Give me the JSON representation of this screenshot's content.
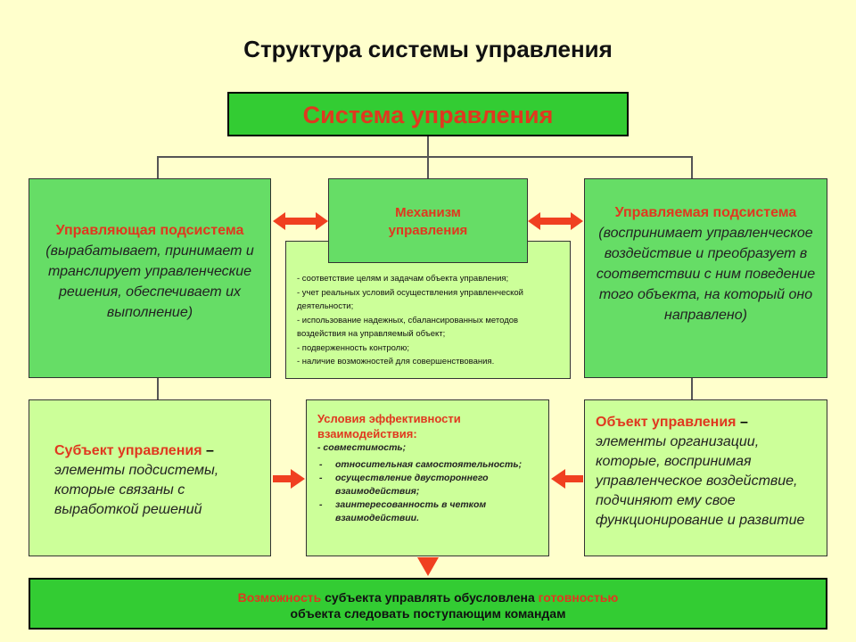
{
  "title": "Структура системы управления",
  "main_box": "Система управления",
  "left_top": {
    "heading": "Управляющая подсистема",
    "text": "(вырабатывает, принимает и транслирует управленческие решения, обеспечивает их выполнение)"
  },
  "mechanism": {
    "heading": "Механизм управления",
    "items": [
      "- соответствие целям и задачам объекта управления;",
      "- учет реальных условий осуществления управленческой деятельности;",
      "- использование надежных, сбалансированных методов воздействия на управляемый объект;",
      "- подверженность контролю;",
      "- наличие возможностей для совершенствования."
    ]
  },
  "right_top": {
    "heading": "Управляемая подсистема",
    "text": "(воспринимает управленческое воздействие и преобразует в соответствии с ним поведение того объекта, на который оно направлено)"
  },
  "subject": {
    "heading": "Субъект управления",
    "dash": " –",
    "text": "элементы подсистемы, которые связаны с выработкой решений"
  },
  "conditions": {
    "heading": "Условия эффективности взаимодействия:",
    "first": "- совместимость;",
    "items": [
      "относительная самостоятельность;",
      "осуществление двустороннего взаимодействия;",
      "заинтересованность в четком взаимодействии."
    ]
  },
  "object": {
    "heading": "Объект управления",
    "dash": " –",
    "text": "элементы организации, которые, воспринимая управленческое воздействие, подчиняют ему свое функционирование и развитие"
  },
  "bottom": {
    "red1": "Возможность",
    "t1": " субъекта управлять обусловлена ",
    "red2": "готовностью",
    "line2": "объекта следовать поступающим командам"
  },
  "colors": {
    "background": "#FFFFCC",
    "green": "#33CC33",
    "mid_green": "#66DD66",
    "light_green": "#CCFF99",
    "red": "#E0381F"
  }
}
